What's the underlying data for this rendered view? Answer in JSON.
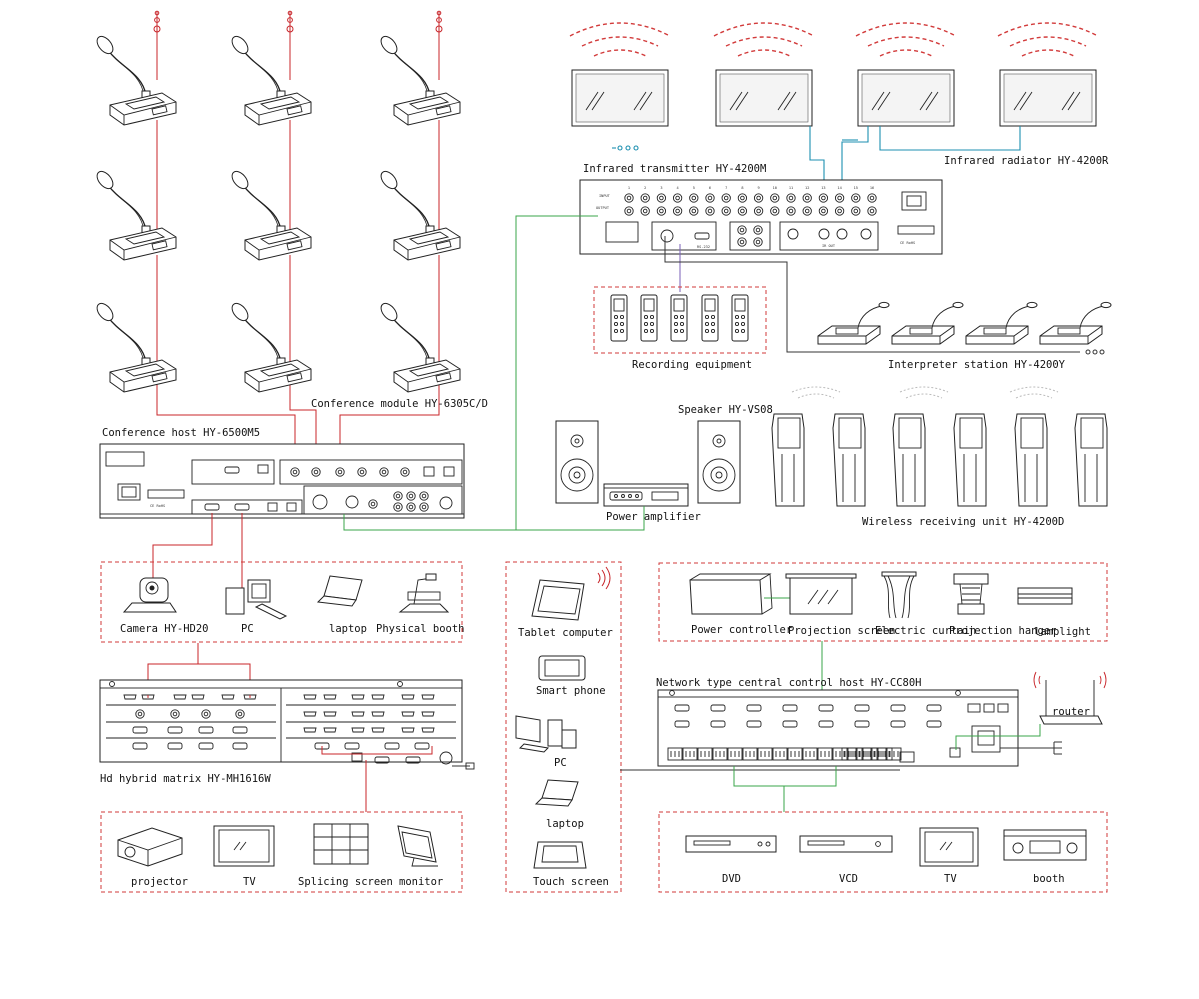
{
  "labels": {
    "conference_module": "Conference module HY-6305C/D",
    "conference_host": "Conference host HY-6500M5",
    "infrared_transmitter": "Infrared transmitter HY-4200M",
    "infrared_radiator": "Infrared radiator HY-4200R",
    "recording_equipment": "Recording equipment",
    "interpreter_station": "Interpreter station HY-4200Y",
    "speaker": "Speaker HY-VS08",
    "power_amplifier": "Power amplifier",
    "wireless_receiving_unit": "Wireless receiving unit HY-4200D",
    "camera": "Camera HY-HD20",
    "pc": "PC",
    "laptop": "laptop",
    "physical_booth": "Physical booth",
    "hd_matrix": "Hd hybrid matrix HY-MH1616W",
    "projector": "projector",
    "tv": "TV",
    "splicing_screen": "Splicing screen",
    "monitor": "monitor",
    "tablet_computer": "Tablet computer",
    "smart_phone": "Smart phone",
    "pc_terminal": "PC",
    "laptop_terminal": "laptop",
    "touch_screen": "Touch screen",
    "power_controller": "Power controller",
    "projection_screen": "Projection screen",
    "electric_curtain": "Electric curtain",
    "projection_hanger": "Projection hanger",
    "lamplight": "lamplight",
    "central_control_host": "Network type central control host HY-CC80H",
    "router": "router",
    "dvd": "DVD",
    "vcd": "VCD",
    "tv_media": "TV",
    "booth": "booth"
  },
  "panel_text": {
    "input": "INPUT",
    "output": "OUTPUT",
    "rs232": "RS-232",
    "ce_rohs": "CE RoHS",
    "ir_out": "IR OUT"
  },
  "channel_numbers": [
    "1",
    "2",
    "3",
    "4",
    "5",
    "6",
    "7",
    "8",
    "9",
    "10",
    "11",
    "12",
    "13",
    "14",
    "15",
    "16"
  ],
  "colors": {
    "conference_wiring": "#c8252a",
    "infrared_wiring": "#1c8fb0",
    "control_wiring": "#3aa548",
    "recording_wiring": "#7a5fb7",
    "group_outline": "#d23a3a"
  }
}
